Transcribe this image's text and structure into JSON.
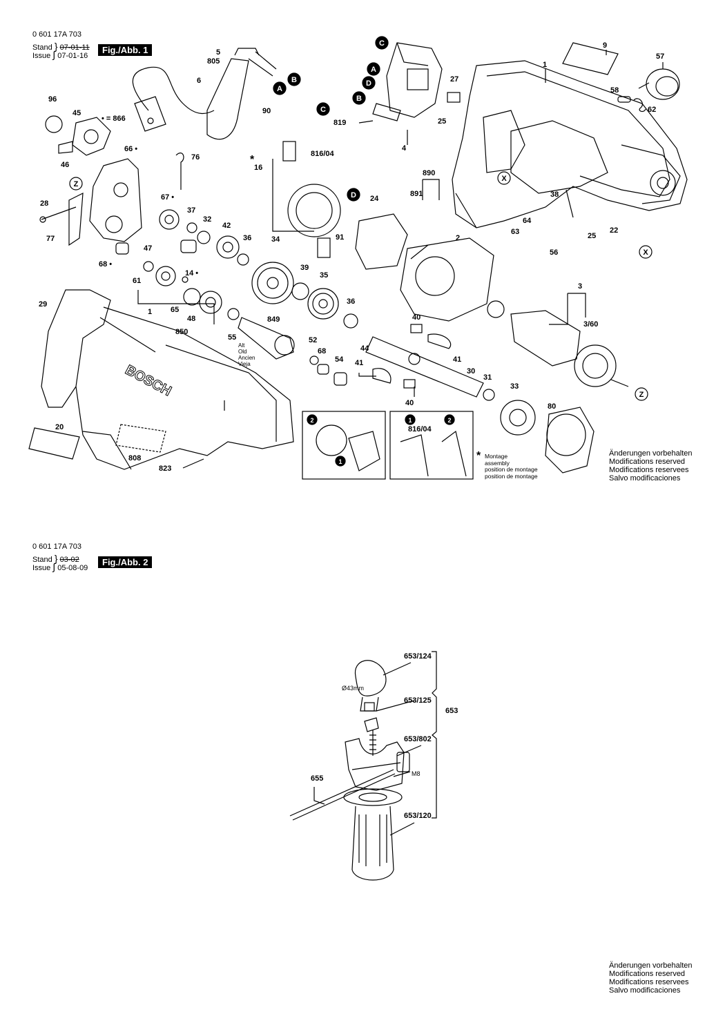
{
  "figure1": {
    "code": "0 601 17A 703",
    "stand_label": "Stand",
    "issue_label": "Issue",
    "stand_date": "07-01-11",
    "issue_date": "07-01-16",
    "tag": "Fig./Abb. 1",
    "set_note": "• = 866",
    "alt_labels": [
      "Alt",
      "Old",
      "Ancien",
      "Vieja"
    ],
    "brand": "BOSCH",
    "montage_star": "*",
    "montage_lines": [
      "Montage",
      "assembly",
      "position de montage",
      "position de montage"
    ],
    "modifications": [
      "Änderungen vorbehalten",
      "Modifications reserved",
      "Modifications reservees",
      "Salvo modificaciones"
    ],
    "callouts": {
      "A": "A",
      "B": "B",
      "C": "C",
      "D": "D",
      "X": "X",
      "Z": "Z"
    },
    "parts": {
      "p9": "9",
      "p57": "57",
      "p1top": "1",
      "p5": "5",
      "p805": "805",
      "p6": "6",
      "p27": "27",
      "p58": "58",
      "p62": "62",
      "p96": "96",
      "p45": "45",
      "p90": "90",
      "p819": "819",
      "p25a": "25",
      "p4": "4",
      "p66": "66 •",
      "p76": "76",
      "p816a": "816/04",
      "p16": "16",
      "p46": "46",
      "p890": "890",
      "p891": "891",
      "p24": "24",
      "p38": "38",
      "p28": "28",
      "p67": "67 •",
      "p37": "37",
      "p32": "32",
      "p42": "42",
      "p91": "91",
      "p64": "64",
      "p63": "63",
      "p25b": "25",
      "p22": "22",
      "p77": "77",
      "p47": "47",
      "p36a": "36",
      "p34": "34",
      "p2": "2",
      "p56": "56",
      "p68a": "68 •",
      "p14": "14 •",
      "p39": "39",
      "p35": "35",
      "p61": "61",
      "p3": "3",
      "p29": "29",
      "p1mid": "1",
      "p65": "65",
      "p36b": "36",
      "p40a": "40",
      "p849": "849",
      "p48": "48",
      "p850": "850",
      "p55": "55",
      "p52": "52",
      "p44": "44",
      "p41a": "41",
      "p360": "3/60",
      "p68b": "68",
      "p54": "54",
      "p41b": "41",
      "p30": "30",
      "p31": "31",
      "p33": "33",
      "p40b": "40",
      "p80": "80",
      "p20": "20",
      "p808": "808",
      "p823": "823",
      "p816b": "816/04",
      "n1a": "1",
      "n2a": "2",
      "n1b": "1",
      "n2b": "2"
    }
  },
  "figure2": {
    "code": "0 601 17A 703",
    "stand_label": "Stand",
    "issue_label": "Issue",
    "stand_date": "03-02",
    "issue_date": "05-08-09",
    "tag": "Fig./Abb. 2",
    "parts": {
      "p653_124": "653/124",
      "p653_125": "653/125",
      "p653": "653",
      "p653_802": "653/802",
      "p655": "655",
      "p653_120": "653/120",
      "dia": "Ø43mm",
      "m8": "M8"
    },
    "modifications": [
      "Änderungen vorbehalten",
      "Modifications reserved",
      "Modifications reservees",
      "Salvo modificaciones"
    ]
  }
}
